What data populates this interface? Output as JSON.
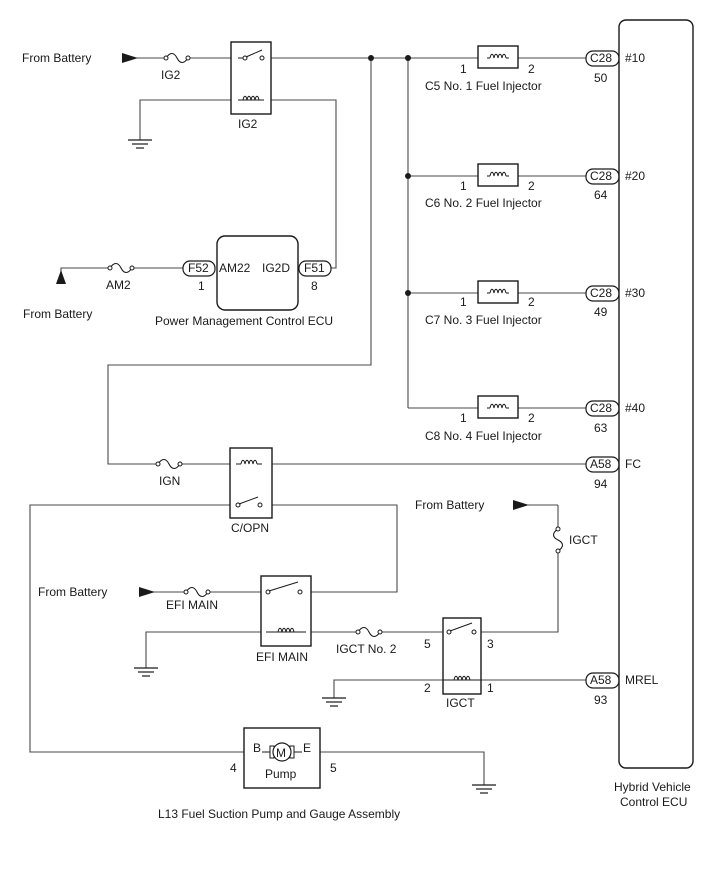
{
  "labels": {
    "from_battery": "From Battery",
    "ig2_fuse": "IG2",
    "ig2_relay": "IG2",
    "am2_fuse": "AM2",
    "am22": "AM22",
    "ig2d": "IG2D",
    "f52": "F52",
    "f51": "F51",
    "pin1": "1",
    "pin2": "2",
    "pin3": "3",
    "pin4": "4",
    "pin5": "5",
    "pin8": "8",
    "pmc_ecu": "Power Management Control ECU",
    "c28": "C28",
    "a58": "A58",
    "inj1_name": "C5 No. 1 Fuel Injector",
    "inj2_name": "C6 No. 2 Fuel Injector",
    "inj3_name": "C7 No. 3 Fuel Injector",
    "inj4_name": "C8 No. 4 Fuel Injector",
    "ecu_10": "#10",
    "ecu_20": "#20",
    "ecu_30": "#30",
    "ecu_40": "#40",
    "ecu_fc": "FC",
    "ecu_mrel": "MREL",
    "pin_50": "50",
    "pin_64": "64",
    "pin_49": "49",
    "pin_63": "63",
    "pin_94": "94",
    "pin_93": "93",
    "ign_fuse": "IGN",
    "copn_relay": "C/OPN",
    "igct_fuse": "IGCT",
    "efi_main_fuse": "EFI MAIN",
    "efi_main_relay": "EFI MAIN",
    "igct_no2_fuse": "IGCT No. 2",
    "igct_relay": "IGCT",
    "pump_b": "B",
    "pump_e": "E",
    "pump_label": "Pump",
    "pump_assy": "L13 Fuel Suction Pump and Gauge Assembly",
    "hv_ecu_line1": "Hybrid Vehicle",
    "hv_ecu_line2": "Control ECU"
  }
}
